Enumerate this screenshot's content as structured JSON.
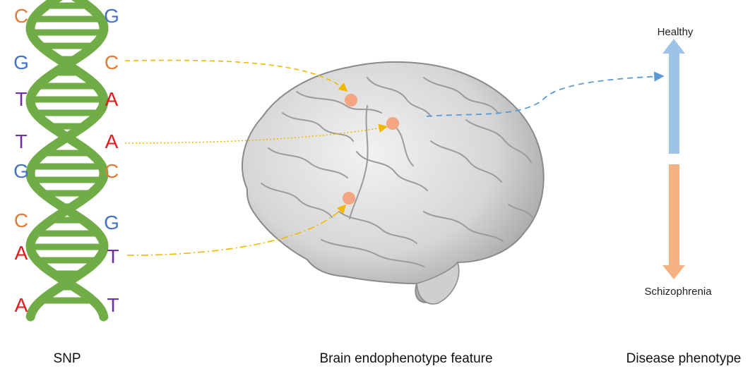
{
  "dna": {
    "left_bases": [
      "C",
      "G",
      "T",
      "T",
      "G",
      "C",
      "A",
      "A"
    ],
    "right_bases": [
      "G",
      "C",
      "A",
      "A",
      "C",
      "G",
      "T",
      "T"
    ],
    "base_colors": {
      "C": "#E07B39",
      "G": "#4472C4",
      "T": "#7030A0",
      "A": "#E31A1C"
    },
    "helix_color": "#70AD47"
  },
  "brain": {
    "marker_color": "#F4A582"
  },
  "phenotype": {
    "top_label": "Healthy",
    "bottom_label": "Schizophrenia",
    "up_arrow_color": "#9DC3E6",
    "down_arrow_color": "#F4B183"
  },
  "captions": {
    "snp": "SNP",
    "brain": "Brain endophenotype feature",
    "disease": "Disease phenotype"
  },
  "link_colors": {
    "snp_to_brain": "#F2B800",
    "brain_to_phenotype": "#5B9BD5"
  }
}
